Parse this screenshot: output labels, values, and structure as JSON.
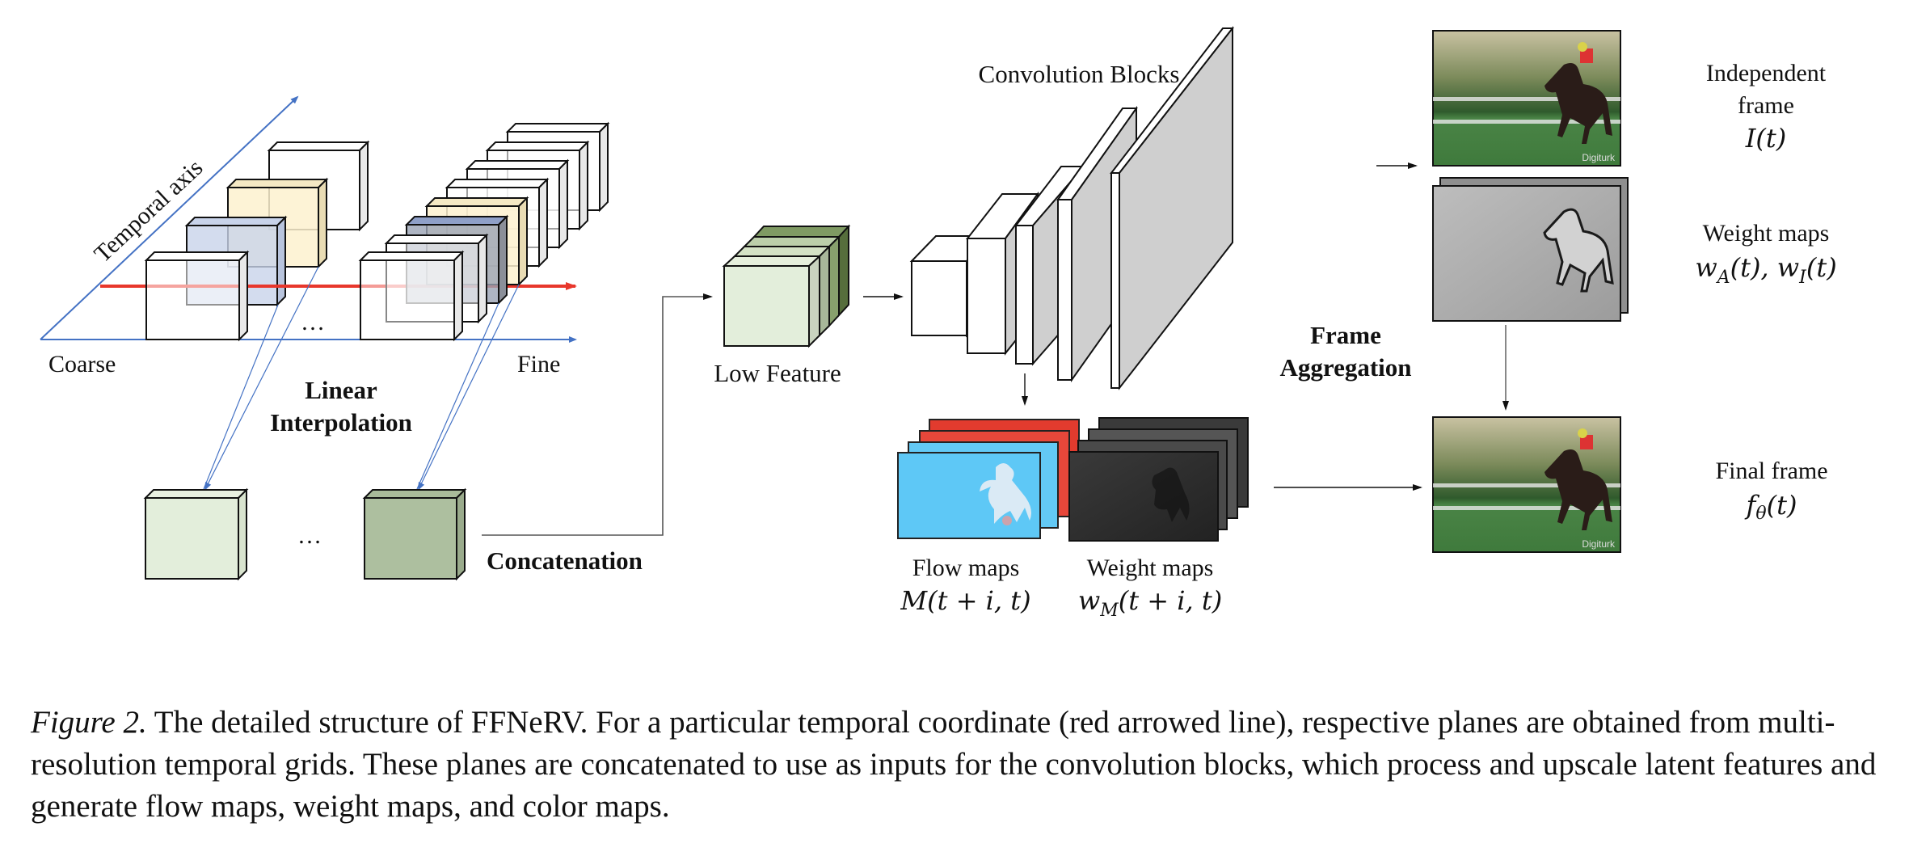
{
  "figure": {
    "grids": {
      "temporal_axis_label": "Temporal axis",
      "coarse_label": "Coarse",
      "fine_label": "Fine",
      "ellipsis": "…",
      "interpolation_label_line1": "Linear",
      "interpolation_label_line2": "Interpolation",
      "concatenation_label": "Concatenation"
    },
    "low_feature_label": "Low Feature",
    "conv_blocks_label": "Convolution Blocks",
    "frame_aggregation_line1": "Frame",
    "frame_aggregation_line2": "Aggregation",
    "flow_maps": {
      "label": "Flow maps",
      "formula": "M(t + i, t)"
    },
    "weight_maps_m": {
      "label": "Weight maps",
      "formula_base": "w",
      "formula_sub": "M",
      "formula_rest": "(t + i, t)"
    },
    "independent_frame": {
      "line1": "Independent",
      "line2": "frame",
      "formula": "I(t)"
    },
    "weight_maps_ai": {
      "label": "Weight maps",
      "w": "w",
      "sub_a": "A",
      "sub_i": "I",
      "t": "(t)",
      "sep": ", "
    },
    "final_frame": {
      "label": "Final frame",
      "f": "f",
      "sub": "θ",
      "t": "(t)"
    },
    "watermark": "Digiturk",
    "colors": {
      "axis_blue": "#4472c4",
      "temporal_red": "#e8372c",
      "yellow_plane": "#fdf1cf",
      "blue_plane": "#c8d3ea",
      "light_green": "#e3eedb",
      "dark_green": "#adbf9f",
      "conv_gray": "#cfcfcf",
      "flow_blue": "#5ec8f6",
      "flow_red": "#e23b2e"
    }
  },
  "caption": {
    "figure_label": "Figure 2.",
    "text": " The detailed structure of FFNeRV. For a particular temporal coordinate (red arrowed line), respective planes are obtained from multi-resolution temporal grids. These planes are concatenated to use as inputs for the convolution blocks, which process and upscale latent features and generate flow maps, weight maps, and color maps."
  }
}
